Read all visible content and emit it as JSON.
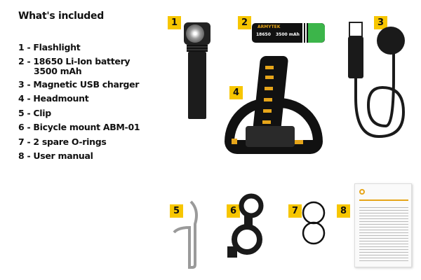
{
  "title": "What's included",
  "items": [
    {
      "number": "1",
      "label": "1 - Flashlight"
    },
    {
      "number": "2",
      "label": "2 - 18650 Li-Ion battery",
      "sub": "3500 mAh"
    },
    {
      "number": "3",
      "label": "3 - Magnetic USB charger"
    },
    {
      "number": "4",
      "label": "4 - Headmount"
    },
    {
      "number": "5",
      "label": "5 - Clip"
    },
    {
      "number": "6",
      "label": "6 - Bicycle mount ABM-01"
    },
    {
      "number": "7",
      "label": "7 - 2 spare O-rings"
    },
    {
      "number": "8",
      "label": "8 - User manual"
    }
  ],
  "battery": {
    "brand": "ARMYTEK",
    "model": "18650",
    "capacity": "3500 mAh"
  },
  "colors": {
    "badge": "#f7c600",
    "accent": "#e6a51a",
    "battery_cap": "#3cb54a"
  }
}
